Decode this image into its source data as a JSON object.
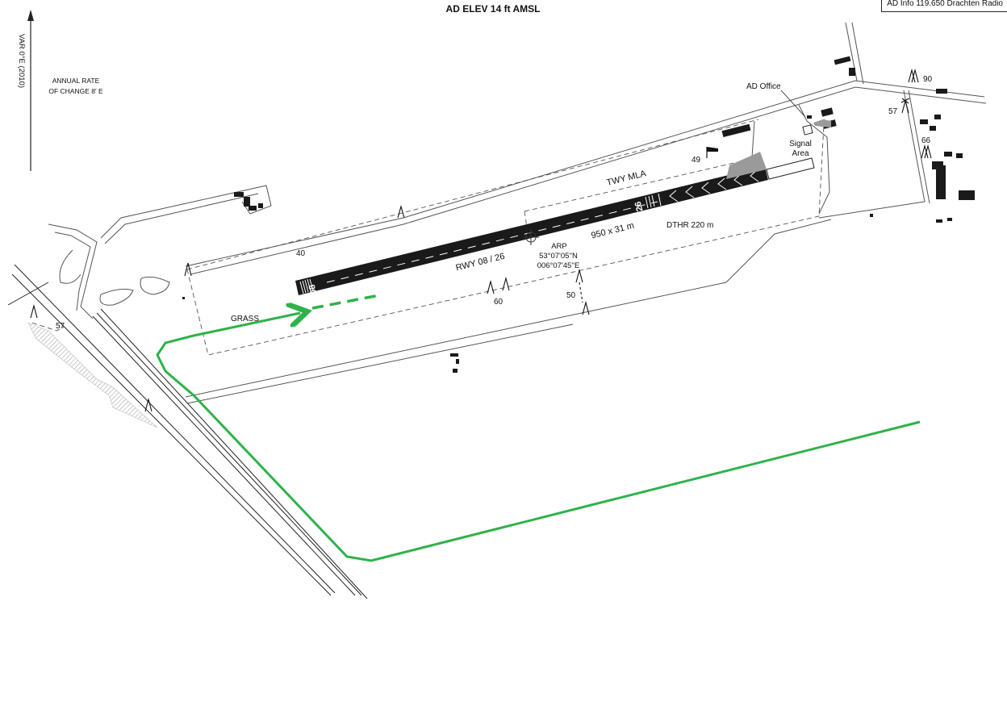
{
  "header": {
    "title": "AD ELEV 14 ft AMSL"
  },
  "info_box": {
    "text": "AD Info  119.650  Drachten Radio"
  },
  "north": {
    "variation": "VAR 0°E (2010)"
  },
  "annual_rate": {
    "line1": "ANNUAL RATE",
    "line2": "OF CHANGE 8' E"
  },
  "runway": {
    "designation": "RWY 08 / 26",
    "dimensions": "950 x 31 m",
    "threshold_08": "08",
    "threshold_26": "26",
    "displaced_threshold": "DTHR 220 m"
  },
  "taxiway": {
    "label": "TWY MLA"
  },
  "arp": {
    "label": "ARP",
    "lat": "53°07'05''N",
    "lon": "006°07'45''E"
  },
  "buildings": {
    "ad_office": "AD Office",
    "signal_area_1": "Signal",
    "signal_area_2": "Area"
  },
  "surface": {
    "grass": "GRASS"
  },
  "obstacles": [
    {
      "label": "40"
    },
    {
      "label": "49"
    },
    {
      "label": "50"
    },
    {
      "label": "57"
    },
    {
      "label": "57"
    },
    {
      "label": "60"
    },
    {
      "label": "66"
    },
    {
      "label": "90"
    }
  ],
  "colors": {
    "runway": "#1a1a1a",
    "route": "#2fb24a",
    "lines": "#444444",
    "grey_fill": "#9a9a9a"
  }
}
